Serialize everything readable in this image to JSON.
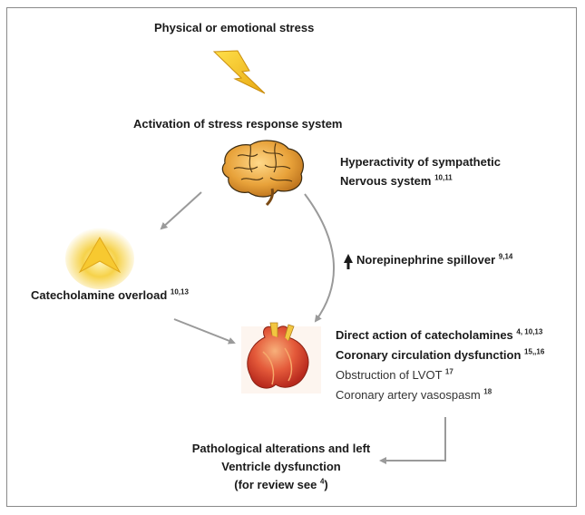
{
  "diagram": {
    "top_title": "Physical or emotional stress",
    "activation": "Activation of stress response system",
    "hyperactivity": {
      "line1": "Hyperactivity of sympathetic",
      "line2": "Nervous system",
      "ref": "10,11"
    },
    "norepinephrine": {
      "text": "Norepinephrine spillover",
      "ref": "9,14"
    },
    "catecholamine_overload": {
      "text": "Catecholamine overload",
      "ref": "10,13"
    },
    "heart_effects": [
      {
        "text": "Direct action of catecholamines",
        "ref": "4, 10,13",
        "bold": true
      },
      {
        "text": "Coronary circulation dysfunction",
        "ref": "15,,16",
        "bold": true
      },
      {
        "text": "Obstruction of LVOT",
        "ref": "17",
        "bold": false
      },
      {
        "text": "Coronary artery vasospasm",
        "ref": "18",
        "bold": false
      }
    ],
    "outcome": {
      "line1": "Pathological alterations and left",
      "line2": "Ventricle dysfunction",
      "line3_prefix": "(for review see",
      "line3_ref": "4",
      "line3_suffix": ")"
    },
    "colors": {
      "arrow": "#9a9a9a",
      "lightning": "#f2c21a",
      "brain": "#e4a23a",
      "heart": "#e0503a",
      "glow": "#f6d24a"
    },
    "icons": [
      "lightning-icon",
      "brain-icon",
      "catecholamine-glow-icon",
      "heart-icon",
      "up-arrow-icon"
    ]
  }
}
